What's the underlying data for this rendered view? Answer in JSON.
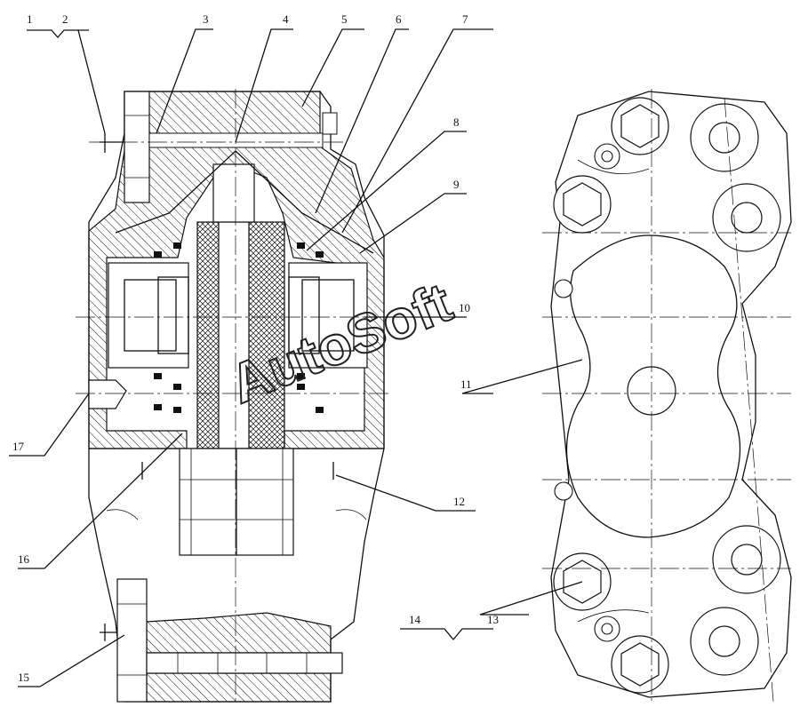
{
  "diagram": {
    "callouts": [
      "1",
      "2",
      "3",
      "4",
      "5",
      "6",
      "7",
      "8",
      "9",
      "10",
      "11",
      "12",
      "13",
      "14",
      "15",
      "16",
      "17"
    ],
    "watermark": "AutoSoft"
  }
}
